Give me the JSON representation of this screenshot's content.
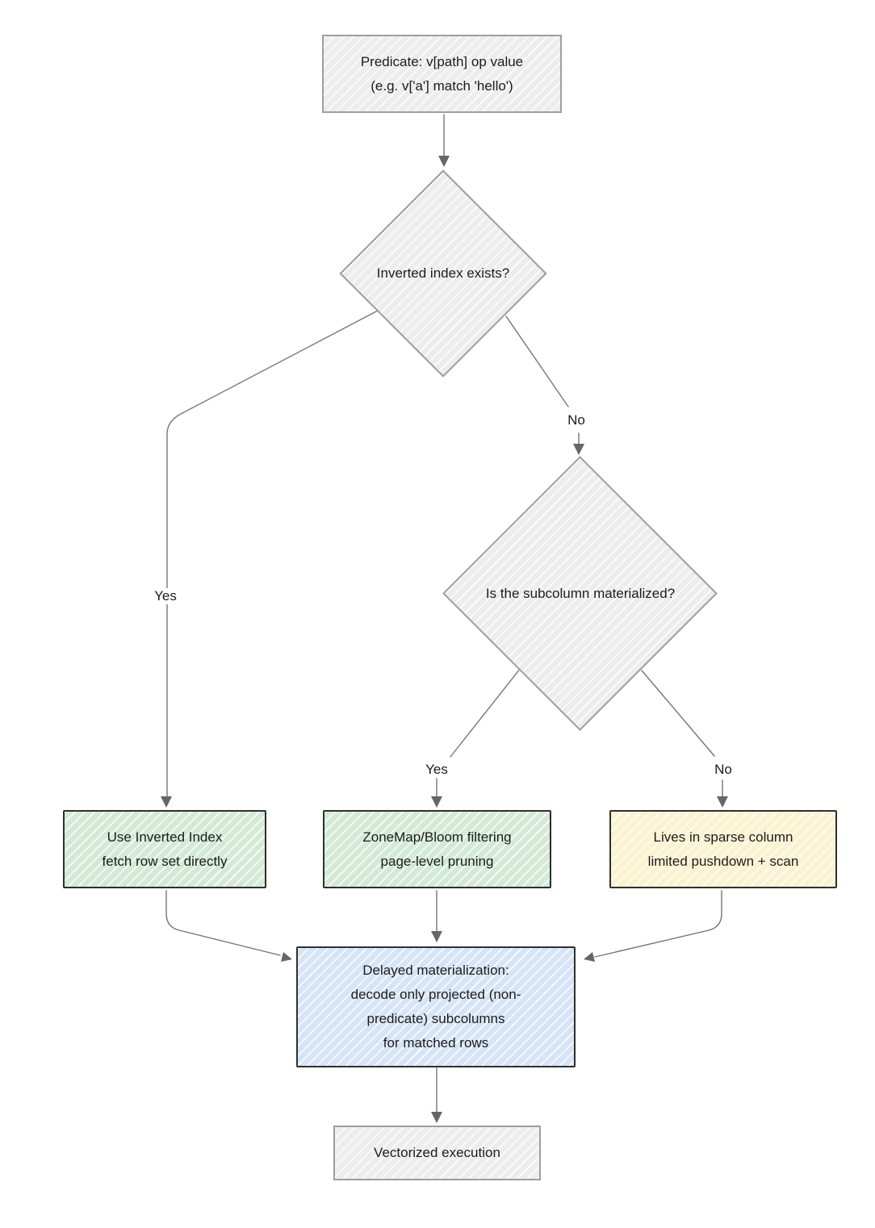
{
  "flowchart": {
    "nodes": {
      "predicate": {
        "text": "Predicate: v[path] op value\n(e.g. v['a'] match 'hello')",
        "fill": "#ededed"
      },
      "inverted_index_decision": {
        "text": "Inverted index exists?",
        "fill": "#ededed"
      },
      "materialized_decision": {
        "text": "Is the subcolumn materialized?",
        "fill": "#ededed"
      },
      "use_inverted_index": {
        "text": "Use Inverted Index\nfetch row set directly",
        "fill": "#d3ead6"
      },
      "zonemap_bloom": {
        "text": "ZoneMap/Bloom filtering\npage-level pruning",
        "fill": "#d3ead6"
      },
      "sparse_column": {
        "text": "Lives in sparse column\nlimited pushdown + scan",
        "fill": "#fbf2cf"
      },
      "delayed_materialization": {
        "text": "Delayed materialization:\ndecode only projected (non-\npredicate) subcolumns\nfor matched rows",
        "fill": "#d6e4f7"
      },
      "vectorized_execution": {
        "text": "Vectorized execution",
        "fill": "#ededed"
      }
    },
    "edge_labels": {
      "inverted_yes": "Yes",
      "inverted_no": "No",
      "materialized_yes": "Yes",
      "materialized_no": "No"
    },
    "colors": {
      "gray_fill": "#ededed",
      "green_fill": "#d3ead6",
      "yellow_fill": "#fbf2cf",
      "blue_fill": "#d6e4f7",
      "gray_border": "#9e9e9e",
      "dark_border": "#2f2f2f",
      "arrow_stroke": "#757575",
      "arrowhead_fill": "#666666",
      "text_color": "#1c1c1c"
    }
  }
}
